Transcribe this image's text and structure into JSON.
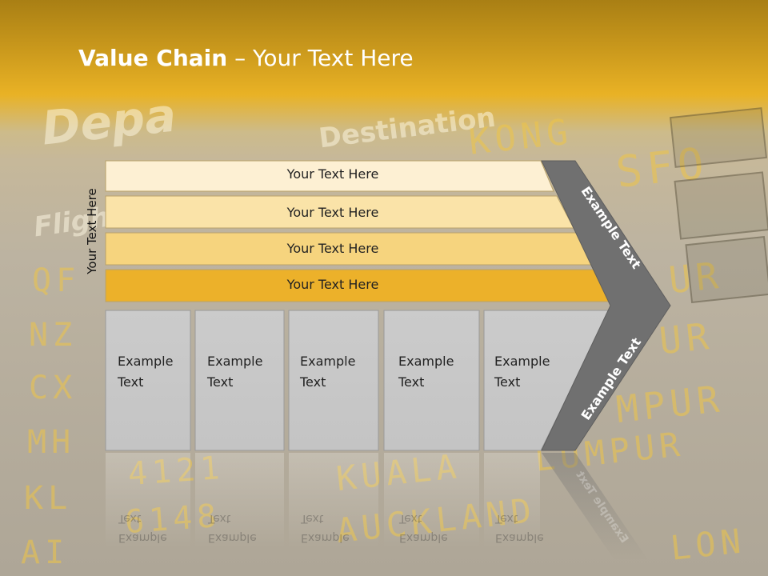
{
  "title": {
    "bold": "Value Chain",
    "rest": " – Your Text Here"
  },
  "side_label": "Your Text Here",
  "bands": [
    {
      "label": "Your Text Here",
      "color": "#fdf0d3"
    },
    {
      "label": "Your Text Here",
      "color": "#fae3a8"
    },
    {
      "label": "Your Text Here",
      "color": "#f6d47e"
    },
    {
      "label": "Your Text Here",
      "color": "#ecb12a"
    }
  ],
  "cells": [
    {
      "label": "Example\nText"
    },
    {
      "label": "Example\nText"
    },
    {
      "label": "Example\nText"
    },
    {
      "label": "Example\nText"
    },
    {
      "label": "Example\nText"
    }
  ],
  "chevron": {
    "top_label": "Example Text",
    "bottom_label": "Example Text",
    "color": "#707070"
  },
  "background_text": {
    "departures": "Depa",
    "destination": "Destination",
    "flight": "Fligh",
    "kong": "KONG",
    "sfo": "SFO",
    "codes": [
      "QF",
      "NZ",
      "CX",
      "MH",
      "KL",
      "AI"
    ],
    "numbers": [
      "4121",
      "6148"
    ],
    "cities": [
      "KUALA",
      "AUCKLAND",
      "LON",
      "LUMPUR",
      "MPUR",
      "UR"
    ]
  }
}
